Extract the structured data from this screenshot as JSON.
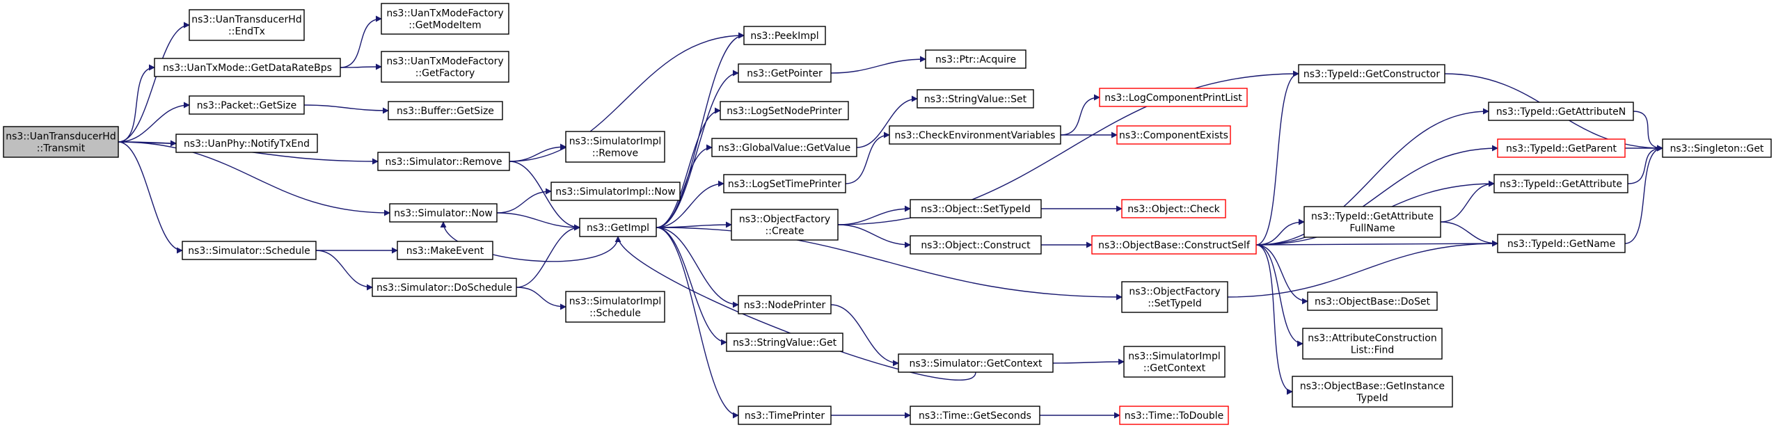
{
  "colors": {
    "edge": "#191970",
    "border_normal": "#000000",
    "border_truncated": "#ff0000",
    "root_fill": "#bfbfbf",
    "node_fill": "#ffffff"
  },
  "nodes": [
    {
      "id": "transmit",
      "lines": [
        "ns3::UanTransducerHd",
        "::Transmit"
      ],
      "style": "root"
    },
    {
      "id": "endtx",
      "lines": [
        "ns3::UanTransducerHd",
        "::EndTx"
      ],
      "style": "normal"
    },
    {
      "id": "getdatarate",
      "lines": [
        "ns3::UanTxMode::GetDataRateBps"
      ],
      "style": "normal"
    },
    {
      "id": "getsize",
      "lines": [
        "ns3::Packet::GetSize"
      ],
      "style": "normal"
    },
    {
      "id": "notifytxend",
      "lines": [
        "ns3::UanPhy::NotifyTxEnd"
      ],
      "style": "normal"
    },
    {
      "id": "simremove",
      "lines": [
        "ns3::Simulator::Remove"
      ],
      "style": "normal"
    },
    {
      "id": "simnow",
      "lines": [
        "ns3::Simulator::Now"
      ],
      "style": "normal"
    },
    {
      "id": "simschedule",
      "lines": [
        "ns3::Simulator::Schedule"
      ],
      "style": "normal"
    },
    {
      "id": "getmodeitem",
      "lines": [
        "ns3::UanTxModeFactory",
        "::GetModeItem"
      ],
      "style": "normal"
    },
    {
      "id": "getfactory",
      "lines": [
        "ns3::UanTxModeFactory",
        "::GetFactory"
      ],
      "style": "normal"
    },
    {
      "id": "buffergetsize",
      "lines": [
        "ns3::Buffer::GetSize"
      ],
      "style": "normal"
    },
    {
      "id": "implremove",
      "lines": [
        "ns3::SimulatorImpl",
        "::Remove"
      ],
      "style": "normal"
    },
    {
      "id": "implnow",
      "lines": [
        "ns3::SimulatorImpl::Now"
      ],
      "style": "normal"
    },
    {
      "id": "getimpl",
      "lines": [
        "ns3::GetImpl"
      ],
      "style": "normal"
    },
    {
      "id": "makeevent",
      "lines": [
        "ns3::MakeEvent"
      ],
      "style": "normal"
    },
    {
      "id": "doschedule",
      "lines": [
        "ns3::Simulator::DoSchedule"
      ],
      "style": "normal"
    },
    {
      "id": "implschedule",
      "lines": [
        "ns3::SimulatorImpl",
        "::Schedule"
      ],
      "style": "normal"
    },
    {
      "id": "peekimpl",
      "lines": [
        "ns3::PeekImpl"
      ],
      "style": "normal"
    },
    {
      "id": "getpointer",
      "lines": [
        "ns3::GetPointer"
      ],
      "style": "normal"
    },
    {
      "id": "logsetnodeprinter",
      "lines": [
        "ns3::LogSetNodePrinter"
      ],
      "style": "normal"
    },
    {
      "id": "globalgetvalue",
      "lines": [
        "ns3::GlobalValue::GetValue"
      ],
      "style": "normal"
    },
    {
      "id": "logsettimeprinter",
      "lines": [
        "ns3::LogSetTimePrinter"
      ],
      "style": "normal"
    },
    {
      "id": "objfactcreate",
      "lines": [
        "ns3::ObjectFactory",
        "::Create"
      ],
      "style": "normal"
    },
    {
      "id": "nodeprinter",
      "lines": [
        "ns3::NodePrinter"
      ],
      "style": "normal"
    },
    {
      "id": "stringget",
      "lines": [
        "ns3::StringValue::Get"
      ],
      "style": "normal"
    },
    {
      "id": "timeprinter",
      "lines": [
        "ns3::TimePrinter"
      ],
      "style": "normal"
    },
    {
      "id": "ptracquire",
      "lines": [
        "ns3::Ptr::Acquire"
      ],
      "style": "normal"
    },
    {
      "id": "stringset",
      "lines": [
        "ns3::StringValue::Set"
      ],
      "style": "normal"
    },
    {
      "id": "checkenv",
      "lines": [
        "ns3::CheckEnvironmentVariables"
      ],
      "style": "normal"
    },
    {
      "id": "objsettypeid",
      "lines": [
        "ns3::Object::SetTypeId"
      ],
      "style": "normal"
    },
    {
      "id": "objconstruct",
      "lines": [
        "ns3::Object::Construct"
      ],
      "style": "normal"
    },
    {
      "id": "objfactsettypeid",
      "lines": [
        "ns3::ObjectFactory",
        "::SetTypeId"
      ],
      "style": "normal"
    },
    {
      "id": "simgetcontext",
      "lines": [
        "ns3::Simulator::GetContext"
      ],
      "style": "normal"
    },
    {
      "id": "timegetseconds",
      "lines": [
        "ns3::Time::GetSeconds"
      ],
      "style": "normal"
    },
    {
      "id": "logcompprintlist",
      "lines": [
        "ns3::LogComponentPrintList"
      ],
      "style": "truncated"
    },
    {
      "id": "compexists",
      "lines": [
        "ns3::ComponentExists"
      ],
      "style": "truncated"
    },
    {
      "id": "objcheck",
      "lines": [
        "ns3::Object::Check"
      ],
      "style": "truncated"
    },
    {
      "id": "constructself",
      "lines": [
        "ns3::ObjectBase::ConstructSelf"
      ],
      "style": "truncated"
    },
    {
      "id": "implgetcontext",
      "lines": [
        "ns3::SimulatorImpl",
        "::GetContext"
      ],
      "style": "normal"
    },
    {
      "id": "todouble",
      "lines": [
        "ns3::Time::ToDouble"
      ],
      "style": "truncated"
    },
    {
      "id": "getconstructor",
      "lines": [
        "ns3::TypeId::GetConstructor"
      ],
      "style": "normal"
    },
    {
      "id": "getattributefullname",
      "lines": [
        "ns3::TypeId::GetAttribute",
        "FullName"
      ],
      "style": "normal"
    },
    {
      "id": "doset",
      "lines": [
        "ns3::ObjectBase::DoSet"
      ],
      "style": "normal"
    },
    {
      "id": "attrconstfind",
      "lines": [
        "ns3::AttributeConstruction",
        "List::Find"
      ],
      "style": "normal"
    },
    {
      "id": "getinstancetypeid",
      "lines": [
        "ns3::ObjectBase::GetInstance",
        "TypeId"
      ],
      "style": "normal"
    },
    {
      "id": "getattributen",
      "lines": [
        "ns3::TypeId::GetAttributeN"
      ],
      "style": "normal"
    },
    {
      "id": "getparent",
      "lines": [
        "ns3::TypeId::GetParent"
      ],
      "style": "truncated"
    },
    {
      "id": "getattribute",
      "lines": [
        "ns3::TypeId::GetAttribute"
      ],
      "style": "normal"
    },
    {
      "id": "getname",
      "lines": [
        "ns3::TypeId::GetName"
      ],
      "style": "normal"
    },
    {
      "id": "singletonget",
      "lines": [
        "ns3::Singleton::Get"
      ],
      "style": "normal"
    }
  ],
  "edges": [
    [
      "transmit",
      "endtx"
    ],
    [
      "transmit",
      "getdatarate"
    ],
    [
      "transmit",
      "getsize"
    ],
    [
      "transmit",
      "notifytxend"
    ],
    [
      "transmit",
      "simremove"
    ],
    [
      "transmit",
      "simnow"
    ],
    [
      "transmit",
      "simschedule"
    ],
    [
      "getdatarate",
      "getmodeitem"
    ],
    [
      "getdatarate",
      "getfactory"
    ],
    [
      "getsize",
      "buffergetsize"
    ],
    [
      "simremove",
      "implremove"
    ],
    [
      "simremove",
      "getimpl"
    ],
    [
      "simremove",
      "peekimpl"
    ],
    [
      "simnow",
      "implnow"
    ],
    [
      "simnow",
      "getimpl"
    ],
    [
      "simschedule",
      "makeevent"
    ],
    [
      "simschedule",
      "doschedule"
    ],
    [
      "doschedule",
      "getimpl"
    ],
    [
      "doschedule",
      "implschedule"
    ],
    [
      "getimpl",
      "peekimpl"
    ],
    [
      "getimpl",
      "getpointer"
    ],
    [
      "getimpl",
      "logsetnodeprinter"
    ],
    [
      "getimpl",
      "globalgetvalue"
    ],
    [
      "getimpl",
      "logsettimeprinter"
    ],
    [
      "getimpl",
      "objfactcreate"
    ],
    [
      "getimpl",
      "nodeprinter"
    ],
    [
      "getimpl",
      "stringget"
    ],
    [
      "getimpl",
      "timeprinter"
    ],
    [
      "getimpl",
      "objfactsettypeid"
    ],
    [
      "getimpl",
      "simnow"
    ],
    [
      "getpointer",
      "ptracquire"
    ],
    [
      "globalgetvalue",
      "stringset"
    ],
    [
      "logsettimeprinter",
      "checkenv"
    ],
    [
      "checkenv",
      "logcompprintlist"
    ],
    [
      "checkenv",
      "compexists"
    ],
    [
      "objfactcreate",
      "objsettypeid"
    ],
    [
      "objfactcreate",
      "objconstruct"
    ],
    [
      "objfactcreate",
      "getconstructor"
    ],
    [
      "objsettypeid",
      "objcheck"
    ],
    [
      "objconstruct",
      "constructself"
    ],
    [
      "nodeprinter",
      "simgetcontext"
    ],
    [
      "simgetcontext",
      "implgetcontext"
    ],
    [
      "simgetcontext",
      "getimpl"
    ],
    [
      "timeprinter",
      "timegetseconds"
    ],
    [
      "timegetseconds",
      "todouble"
    ],
    [
      "objfactsettypeid",
      "getname"
    ],
    [
      "constructself",
      "getconstructor"
    ],
    [
      "constructself",
      "getattributen"
    ],
    [
      "constructself",
      "getparent"
    ],
    [
      "constructself",
      "getattribute"
    ],
    [
      "constructself",
      "getattributefullname"
    ],
    [
      "constructself",
      "getname"
    ],
    [
      "constructself",
      "doset"
    ],
    [
      "constructself",
      "attrconstfind"
    ],
    [
      "constructself",
      "getinstancetypeid"
    ],
    [
      "getattributefullname",
      "getattribute"
    ],
    [
      "getattributefullname",
      "getname"
    ],
    [
      "getconstructor",
      "singletonget"
    ],
    [
      "getattributen",
      "singletonget"
    ],
    [
      "getparent",
      "singletonget"
    ],
    [
      "getattribute",
      "singletonget"
    ],
    [
      "getname",
      "singletonget"
    ]
  ]
}
